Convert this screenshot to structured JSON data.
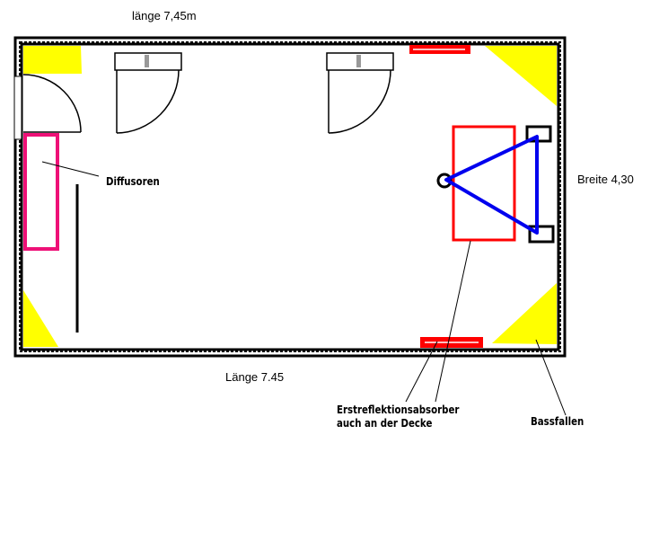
{
  "labels": {
    "top_length": "länge 7,45m",
    "width": "Breite 4,30",
    "bottom_length": "Länge 7.45",
    "diffusors": "Diffusoren",
    "reflection_absorber_line1": "Erstreflektionsabsorber",
    "reflection_absorber_line2": "auch an der Decke",
    "bass_traps": "Bassfallen"
  },
  "colors": {
    "bass_trap": "#ffff00",
    "absorber": "#ff0000",
    "diffusor": "#ee1177",
    "triangle": "#0000ee"
  }
}
